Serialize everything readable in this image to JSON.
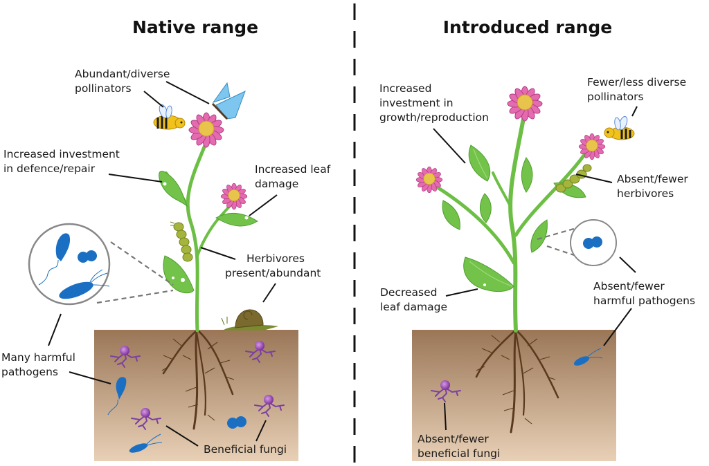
{
  "panels": {
    "native": {
      "title": "Native range",
      "labels": {
        "pollinators": [
          "Abundant/diverse",
          "pollinators"
        ],
        "defence": [
          "Increased investment",
          "in defence/repair"
        ],
        "leaf_damage": [
          "Increased leaf",
          "damage"
        ],
        "herbivores": [
          "Herbivores",
          "present/abundant"
        ],
        "pathogens": [
          "Many harmful",
          "pathogens"
        ],
        "fungi": [
          "Beneficial fungi"
        ]
      }
    },
    "introduced": {
      "title": "Introduced range",
      "labels": {
        "growth": [
          "Increased",
          "investment in",
          "growth/reproduction"
        ],
        "pollinators": [
          "Fewer/less diverse",
          "pollinators"
        ],
        "herbivores": [
          "Absent/fewer",
          "herbivores"
        ],
        "leaf_damage": [
          "Decreased",
          "leaf damage"
        ],
        "pathogens": [
          "Absent/fewer",
          "harmful pathogens"
        ],
        "fungi": [
          "Absent/fewer",
          "beneficial fungi"
        ]
      }
    }
  },
  "colors": {
    "soil_top": "#9a7657",
    "soil_bottom": "#e6cdb3",
    "stem": "#6cbf44",
    "petal": "#e46bb0",
    "flower_center": "#e9c44c",
    "bacteria": "#1b6fc2",
    "fungi": "#7b3fa0",
    "butterfly": "#7cc6f0",
    "snail_shell": "#7a6a2e"
  }
}
